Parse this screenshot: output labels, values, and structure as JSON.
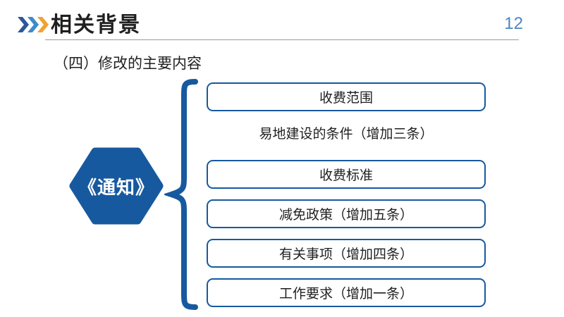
{
  "page": {
    "title": "相关背景",
    "page_number": "12",
    "subtitle": "（四）修改的主要内容"
  },
  "diagram": {
    "source_label": "《通知》",
    "items": [
      {
        "label": "收费范围",
        "boxed": true
      },
      {
        "label": "易地建设的条件（增加三条）",
        "boxed": false
      },
      {
        "label": "收费标准",
        "boxed": true
      },
      {
        "label": "减免政策（增加五条）",
        "boxed": true
      },
      {
        "label": "有关事项（增加四条）",
        "boxed": true
      },
      {
        "label": "工作要求（增加一条）",
        "boxed": true
      }
    ]
  },
  "icons": {
    "header_icon": "triple-chevron-right-icon"
  },
  "colors": {
    "accent_blue": "#17599F",
    "chevron_dark": "#2B579A",
    "chevron_mid": "#3E8BCC",
    "chevron_orange": "#F2A132",
    "page_number_blue": "#4D87C0",
    "divider_gray": "#9A9A9A",
    "text_dark": "#1F1F1F"
  }
}
